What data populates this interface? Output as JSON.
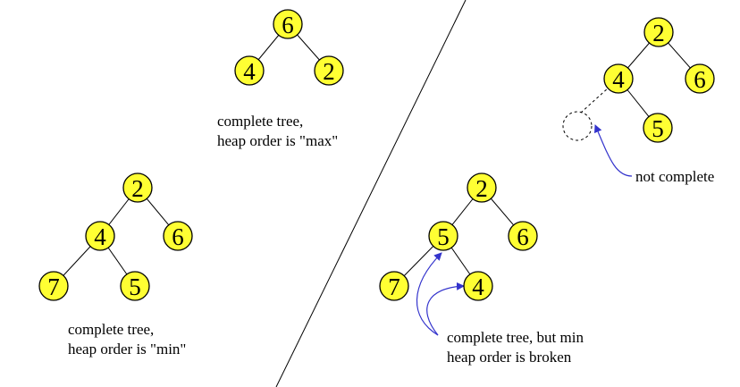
{
  "colors": {
    "node_fill": "#ffff33",
    "node_stroke": "#000000",
    "arrow": "#3333cc",
    "line": "#000000"
  },
  "trees": [
    {
      "id": "max-heap",
      "nodes": [
        "6",
        "4",
        "2"
      ]
    },
    {
      "id": "min-heap",
      "nodes": [
        "2",
        "4",
        "6",
        "7",
        "5"
      ]
    },
    {
      "id": "broken-heap",
      "nodes": [
        "2",
        "5",
        "6",
        "7",
        "4"
      ]
    },
    {
      "id": "incomplete-tree",
      "nodes": [
        "2",
        "4",
        "6",
        "5"
      ]
    }
  ],
  "captions": {
    "max_heap": {
      "line1": "complete tree,",
      "line2": "heap order is \"max\""
    },
    "min_heap": {
      "line1": "complete tree,",
      "line2": "heap order is \"min\""
    },
    "broken_heap": {
      "line1": "complete tree, but min",
      "line2": "heap order is broken"
    },
    "incomplete": {
      "line1": "not complete"
    }
  }
}
